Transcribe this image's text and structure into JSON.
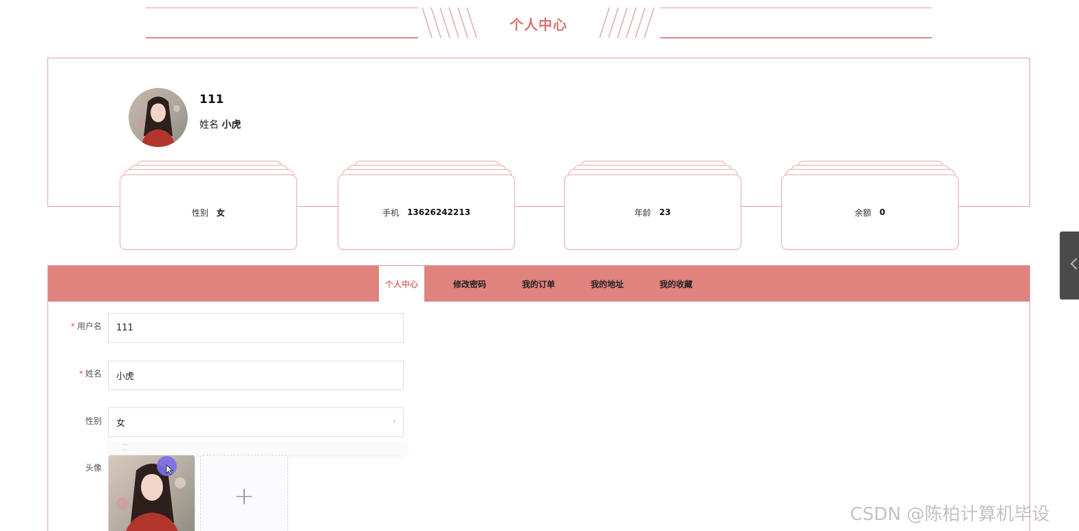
{
  "header": {
    "title": "个人中心"
  },
  "profile": {
    "username": "111",
    "name_label": "姓名",
    "name_value": "小虎"
  },
  "stats": [
    {
      "label": "性别",
      "value": "女"
    },
    {
      "label": "手机",
      "value": "13626242213"
    },
    {
      "label": "年龄",
      "value": "23"
    },
    {
      "label": "余额",
      "value": "0"
    }
  ],
  "tabs": [
    {
      "label": "个人中心",
      "active": true
    },
    {
      "label": "修改密码",
      "active": false
    },
    {
      "label": "我的订单",
      "active": false
    },
    {
      "label": "我的地址",
      "active": false
    },
    {
      "label": "我的收藏",
      "active": false
    }
  ],
  "form": {
    "username": {
      "required": "*",
      "label": "用户名",
      "value": "111"
    },
    "name": {
      "required": "*",
      "label": "姓名",
      "value": "小虎"
    },
    "gender": {
      "label": "性别",
      "value": "女",
      "icon": "chevron-right-icon"
    },
    "avatar": {
      "label": "头像",
      "add_symbol": "+"
    }
  },
  "watermark": "CSDN @陈柏计算机毕设",
  "colors": {
    "accent": "#e0827e",
    "accent_text": "#d9736e",
    "border": "#e0a09c"
  }
}
